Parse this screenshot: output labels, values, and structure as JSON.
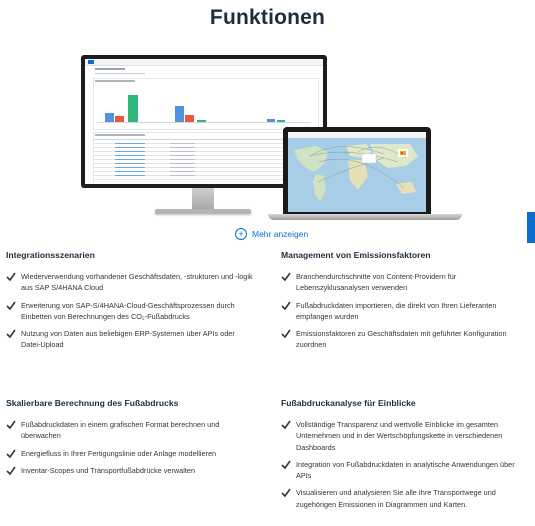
{
  "page": {
    "title": "Funktionen"
  },
  "more_link": {
    "label": "Mehr anzeigen",
    "icon": "plus-circle-icon"
  },
  "colors": {
    "accent": "#0a6ed1",
    "check": "#32363a",
    "bar_blue": "#4f93e0",
    "bar_green": "#2eb87a",
    "bar_red": "#e9573f"
  },
  "sections": [
    {
      "heading": "Integrationsszenarien",
      "items": [
        "Wiederverwendung vorhandener Geschäftsdaten, -strukturen und -logik aus SAP S/4HANA Cloud",
        "Erweiterung von SAP-S/4HANA-Cloud-Geschäftsprozessen durch Einbetten von Berechnungen des CO₂-Fußabdrucks",
        "Nutzung von Daten aus beliebigen ERP-Systemen über APIs oder Datei-Upload"
      ]
    },
    {
      "heading": "Management von Emissionsfaktoren",
      "items": [
        "Branchendurchschnitte von Content-Providern für Lebenszyklusanalysen verwenden",
        "Fußabdruckdaten importieren, die direkt von Ihren Lieferanten empfangen wurden",
        "Emissionsfaktoren zu Geschäftsdaten mit geführter Konfiguration zuordnen"
      ]
    },
    {
      "heading": "Skalierbare Berechnung des Fußabdrucks",
      "items": [
        "Fußabdruckdaten in einem grafischen Format berechnen und überwachen",
        "Energiefluss in Ihrer Fertigungslinie oder Anlage modellieren",
        "Inventar-Scopes und Transportfußabdrücke verwalten"
      ]
    },
    {
      "heading": "Fußabdruckanalyse für Einblicke",
      "items": [
        "Vollständige Transparenz und wertvolle Einblicke im gesamten Unternehmen und in der Wertschöpfungskette in verschiedenen Dashboards",
        "Integration von Fußabdruckdaten in analytische Anwendungen über APIs",
        "Visualisieren und analysieren Sie alle Ihre Transportwege und zugehörigen Emissionen in Diagrammen und Karten."
      ]
    }
  ]
}
